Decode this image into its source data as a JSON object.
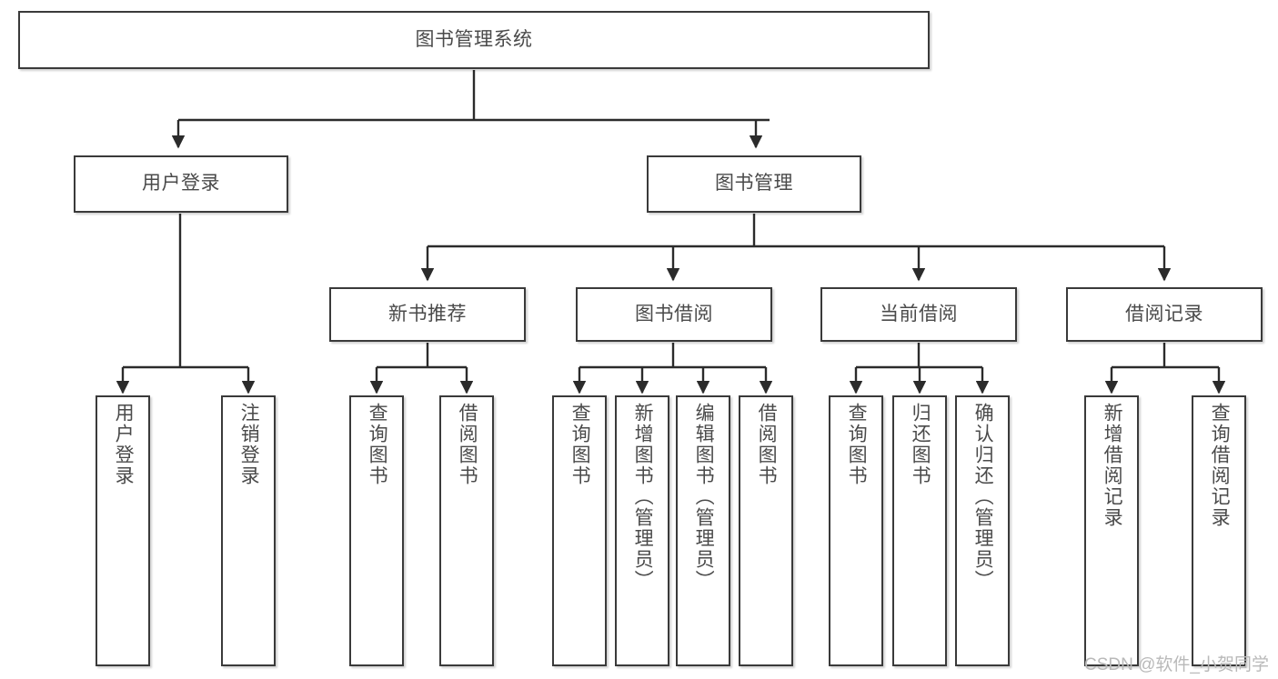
{
  "diagram": {
    "type": "tree-hierarchy-chart",
    "title": "图书管理系统",
    "watermark": "CSDN @软件_小贺同学",
    "colors": {
      "box_border": "#3a3a3a",
      "box_fill": "#ffffff",
      "text": "#4a4a4a",
      "connector": "#2b2b2b",
      "watermark": "#b9b9b9"
    },
    "nodes": {
      "root": {
        "label": "图书管理系统"
      },
      "level2": [
        {
          "label": "用户登录"
        },
        {
          "label": "图书管理"
        }
      ],
      "level3": [
        {
          "label": "新书推荐"
        },
        {
          "label": "图书借阅"
        },
        {
          "label": "当前借阅"
        },
        {
          "label": "借阅记录"
        }
      ],
      "leaves": {
        "user_login": [
          {
            "label": "用户登录"
          },
          {
            "label": "注销登录"
          }
        ],
        "new_book_recommend": [
          {
            "label": "查询图书"
          },
          {
            "label": "借阅图书"
          }
        ],
        "book_borrow": [
          {
            "label": "查询图书"
          },
          {
            "label": "新增图书（管理员）"
          },
          {
            "label": "编辑图书（管理员）"
          },
          {
            "label": "借阅图书"
          }
        ],
        "current_borrow": [
          {
            "label": "查询图书"
          },
          {
            "label": "归还图书"
          },
          {
            "label": "确认归还（管理员）"
          }
        ],
        "borrow_record": [
          {
            "label": "新增借阅记录"
          },
          {
            "label": "查询借阅记录"
          }
        ]
      }
    }
  }
}
